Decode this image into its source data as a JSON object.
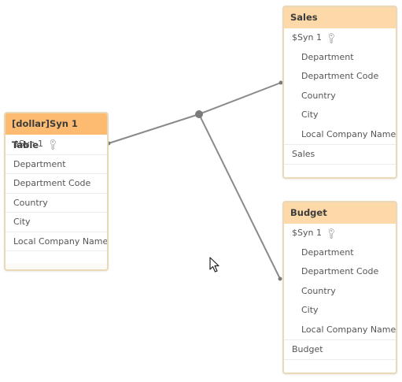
{
  "colors": {
    "left_header": "#fdbb72",
    "right_header": "#fdd8a8",
    "border": "#e9d9b6",
    "link_line": "#8a8a8a"
  },
  "tables": {
    "synTable": {
      "title": "[dollar]Syn 1 Table",
      "key_field": "$Syn 1",
      "fields": [
        "Department",
        "Department Code",
        "Country",
        "City",
        "Local Company Name"
      ]
    },
    "sales": {
      "title": "Sales",
      "key_field": "$Syn 1",
      "sub_fields": [
        "Department",
        "Department Code",
        "Country",
        "City",
        "Local Company Name"
      ],
      "fields": [
        "Sales"
      ]
    },
    "budget": {
      "title": "Budget",
      "key_field": "$Syn 1",
      "sub_fields": [
        "Department",
        "Department Code",
        "Country",
        "City",
        "Local Company Name"
      ],
      "fields": [
        "Budget"
      ]
    }
  },
  "icons": {
    "key": "key-icon",
    "cursor": "mouse-pointer-icon",
    "junction": "link-junction-node"
  }
}
